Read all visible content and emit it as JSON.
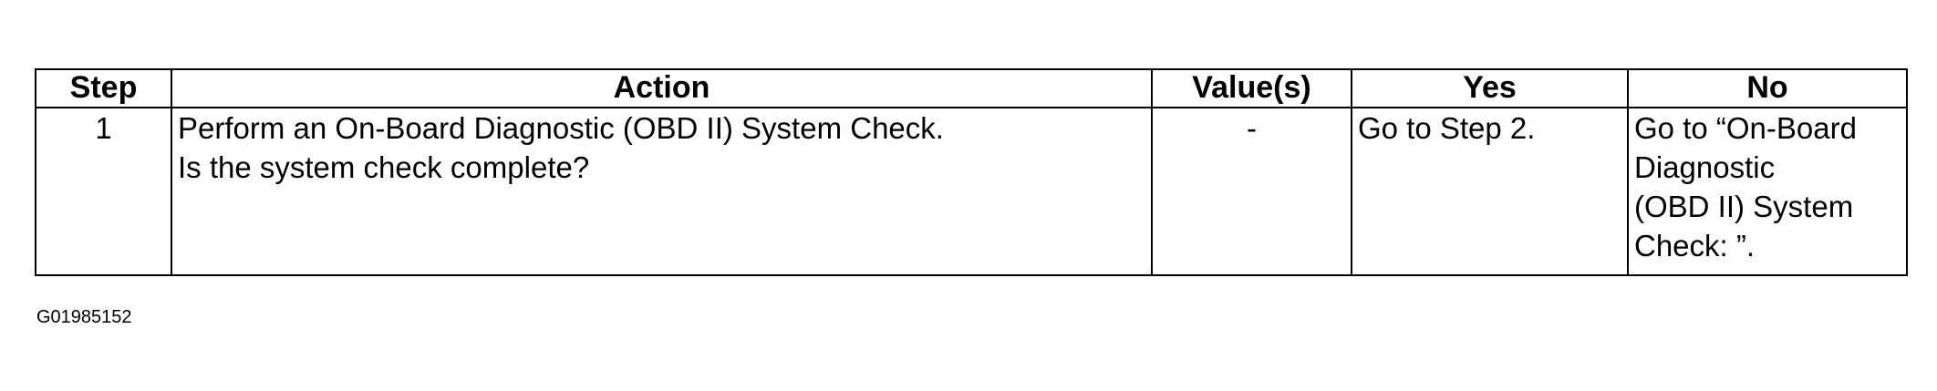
{
  "table": {
    "headers": {
      "step": "Step",
      "action": "Action",
      "values": "Value(s)",
      "yes": "Yes",
      "no": "No"
    },
    "rows": [
      {
        "step": "1",
        "action_line1": "Perform an On-Board Diagnostic (OBD II) System Check.",
        "action_line2": "Is the system check complete?",
        "values": "-",
        "yes": "Go to Step 2.",
        "no_line1": "Go to “On-Board",
        "no_line2": "Diagnostic",
        "no_line3": "(OBD II) System",
        "no_line4": "Check: ”."
      }
    ]
  },
  "figure_id": "G01985152"
}
